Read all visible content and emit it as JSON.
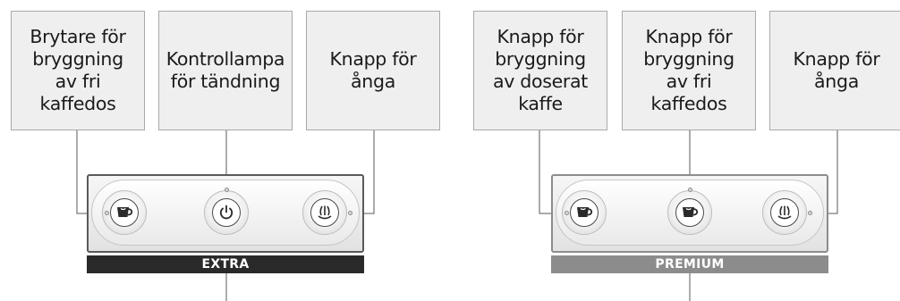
{
  "diagrams": [
    {
      "model": "EXTRA",
      "labels": [
        "Brytare för\nbryggning\nav fri\nkaffedos",
        "Kontrollampa\nför tändning",
        "Knapp för\nånga"
      ],
      "buttons": [
        "cup-icon",
        "power-icon",
        "steam-icon"
      ],
      "band_color": "#2a2a2a"
    },
    {
      "model": "PREMIUM",
      "labels": [
        "Knapp för\nbryggning\nav doserat\nkaffe",
        "Knapp för\nbryggning\nav fri\nkaffedos",
        "Knapp för\nånga"
      ],
      "buttons": [
        "cup-icon",
        "cup-icon",
        "steam-icon"
      ],
      "band_color": "#8c8c8c"
    }
  ]
}
